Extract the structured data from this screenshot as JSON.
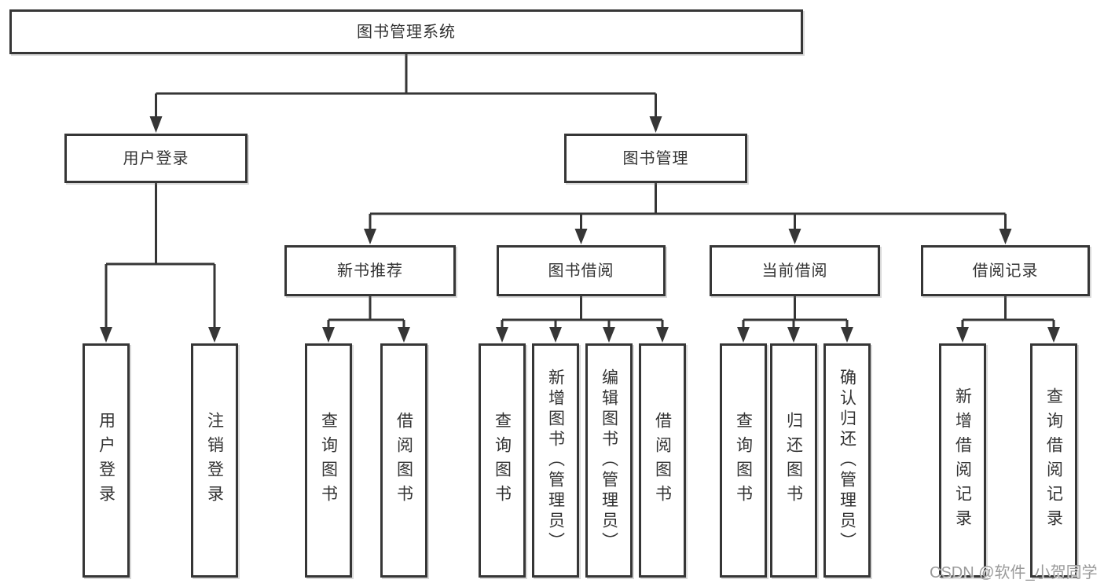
{
  "diagram": {
    "title": "图书管理系统",
    "watermark": "CSDN @软件_小贺同学",
    "colors": {
      "line": "#363636",
      "box_border": "#363636",
      "box_fill": "#ffffff",
      "text": "#333333",
      "watermark": "#9a9a9a"
    },
    "root": {
      "label": "图书管理系统"
    },
    "branches": [
      {
        "label": "用户登录",
        "children": [
          {
            "label": "用户登录"
          },
          {
            "label": "注销登录"
          }
        ]
      },
      {
        "label": "图书管理",
        "children": [
          {
            "label": "新书推荐",
            "children": [
              {
                "label": "查询图书"
              },
              {
                "label": "借阅图书"
              }
            ]
          },
          {
            "label": "图书借阅",
            "children": [
              {
                "label": "查询图书"
              },
              {
                "label": "新增图书（管理员）"
              },
              {
                "label": "编辑图书（管理员）"
              },
              {
                "label": "借阅图书"
              }
            ]
          },
          {
            "label": "当前借阅",
            "children": [
              {
                "label": "查询图书"
              },
              {
                "label": "归还图书"
              },
              {
                "label": "确认归还（管理员）"
              }
            ]
          },
          {
            "label": "借阅记录",
            "children": [
              {
                "label": "新增借阅记录"
              },
              {
                "label": "查询借阅记录"
              }
            ]
          }
        ]
      }
    ]
  }
}
